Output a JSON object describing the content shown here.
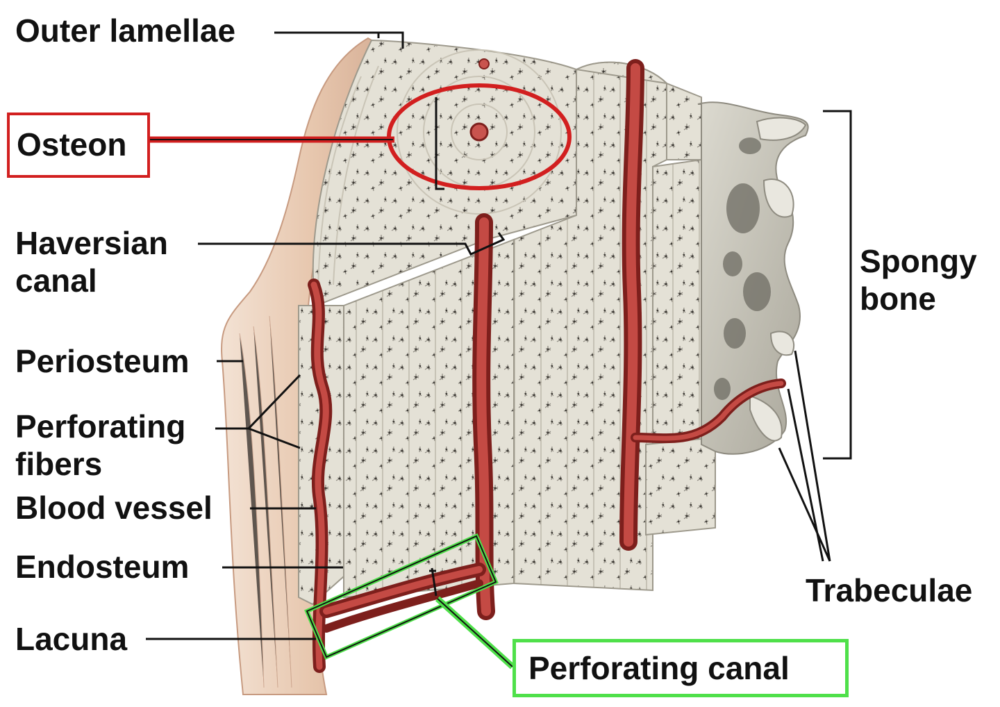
{
  "labels": {
    "outer_lamellae": "Outer lamellae",
    "osteon": "Osteon",
    "haversian_canal_1": "Haversian",
    "haversian_canal_2": "canal",
    "periosteum": "Periosteum",
    "perforating_fibers_1": "Perforating",
    "perforating_fibers_2": "fibers",
    "blood_vessel": "Blood vessel",
    "endosteum": "Endosteum",
    "lacuna": "Lacuna",
    "perforating_canal": "Perforating canal",
    "spongy_bone_1": "Spongy",
    "spongy_bone_2": "bone",
    "trabeculae": "Trabeculae"
  },
  "colors": {
    "highlight_red": "#d21f1f",
    "highlight_green": "#4fe04a",
    "bone": "#e4e1d6",
    "vessel": "#a8332f",
    "periosteum": "#e9cdb8"
  }
}
